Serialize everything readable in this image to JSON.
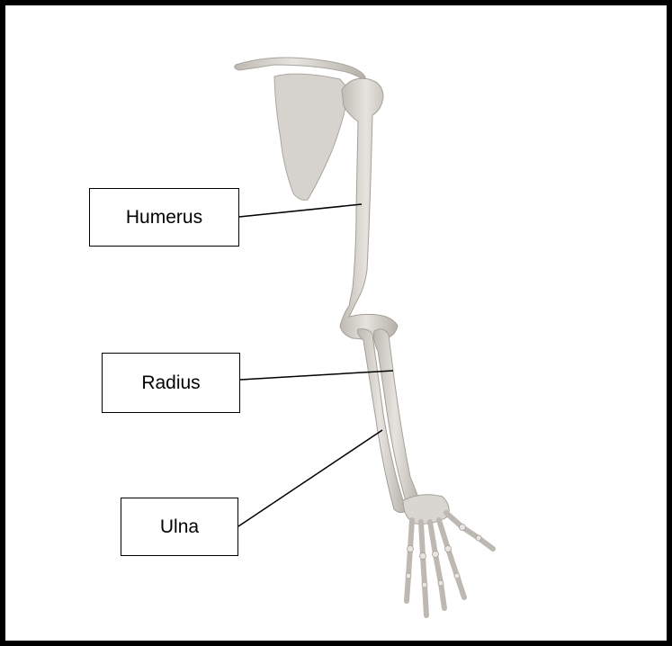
{
  "labels": {
    "humerus": "Humerus",
    "radius": "Radius",
    "ulna": "Ulna"
  },
  "colors": {
    "border": "#000000",
    "bone": "#dedbd6",
    "bone_shade": "#b9b5ae",
    "background": "#ffffff"
  },
  "icons": [
    "arm-skeleton-illustration"
  ]
}
